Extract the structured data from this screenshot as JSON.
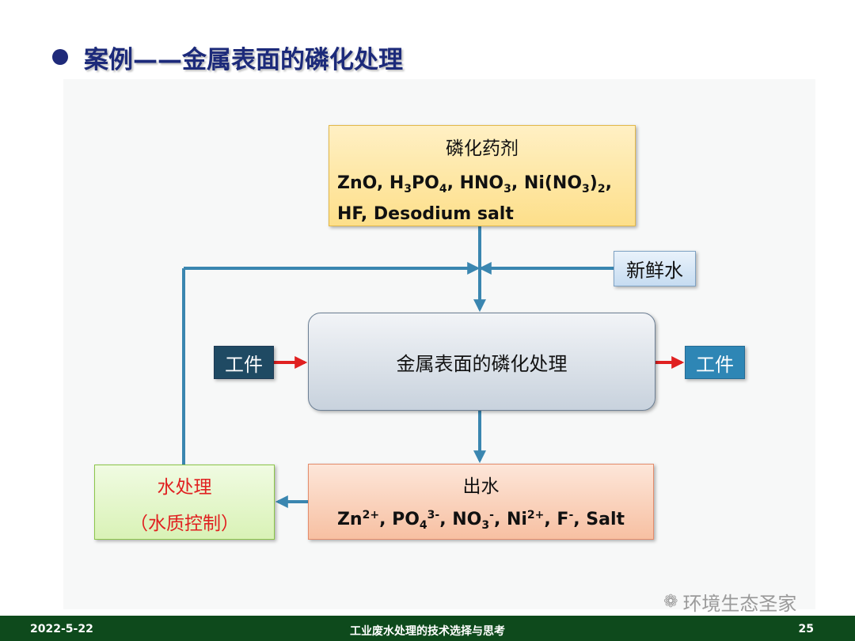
{
  "title": "案例——金属表面的磷化处理",
  "diagram": {
    "chemicals": {
      "label": "磷化药剂",
      "formula_parts": [
        {
          "t": "ZnO, H"
        },
        {
          "t": "3",
          "s": "sub"
        },
        {
          "t": "PO"
        },
        {
          "t": "4",
          "s": "sub"
        },
        {
          "t": ", HNO"
        },
        {
          "t": "3",
          "s": "sub"
        },
        {
          "t": ", Ni(NO"
        },
        {
          "t": "3",
          "s": "sub"
        },
        {
          "t": ")"
        },
        {
          "t": "2",
          "s": "sub"
        },
        {
          "t": ","
        }
      ],
      "formula_line2": "HF, Desodium salt"
    },
    "fresh_water": "新鲜水",
    "process": "金属表面的磷化处理",
    "workpiece_in": "工件",
    "workpiece_out": "工件",
    "effluent": {
      "label": "出水",
      "formula_parts": [
        {
          "t": "Zn"
        },
        {
          "t": "2+",
          "s": "sup"
        },
        {
          "t": ", PO"
        },
        {
          "t": "4",
          "s": "sub"
        },
        {
          "t": "3-",
          "s": "sup"
        },
        {
          "t": ", NO"
        },
        {
          "t": "3",
          "s": "sub"
        },
        {
          "t": "-",
          "s": "sup"
        },
        {
          "t": ", Ni"
        },
        {
          "t": "2+",
          "s": "sup"
        },
        {
          "t": ", F"
        },
        {
          "t": "-",
          "s": "sup"
        },
        {
          "t": ", Salt"
        }
      ]
    },
    "treatment": {
      "line1": "水处理",
      "line2": "（水质控制）"
    }
  },
  "footer": {
    "date": "2022-5-22",
    "center": "工业废水处理的技术选择与思考",
    "page": "25"
  },
  "watermark": "环境生态圣家",
  "colors": {
    "flow_line": "#3a86b0",
    "arrow_red": "#e02020",
    "title": "#1c2a7a",
    "footer_bg": "#0e4a1c"
  }
}
